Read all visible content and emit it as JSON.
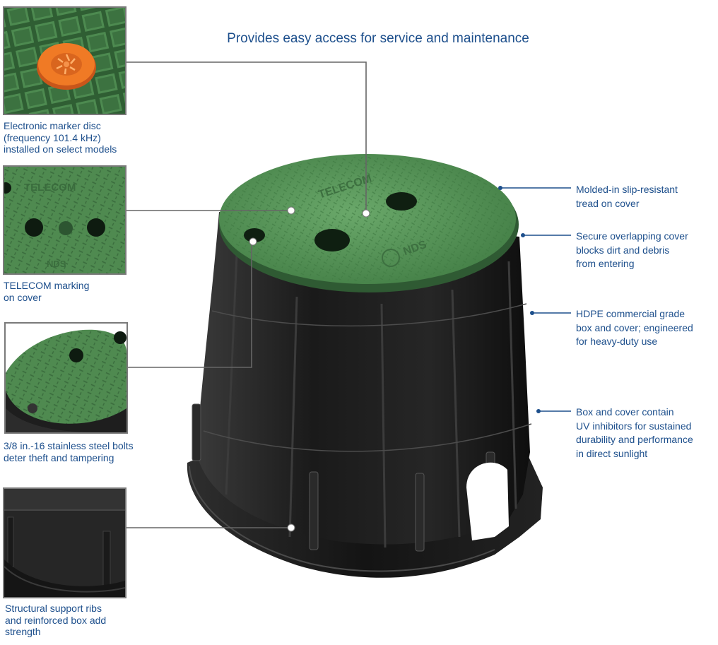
{
  "headline": "Provides easy access for service and maintenance",
  "left_callouts": [
    {
      "id": "marker-disc",
      "text": "Electronic marker disc\n(frequency 101.4 kHz)\ninstalled on select models"
    },
    {
      "id": "telecom-marking",
      "text": "TELECOM marking\non cover"
    },
    {
      "id": "bolts",
      "text": "3/8 in.-16 stainless steel bolts\ndeter theft and tampering"
    },
    {
      "id": "ribs",
      "text": "Structural support ribs\nand reinforced box add\nstrength"
    }
  ],
  "right_callouts": [
    {
      "id": "tread",
      "text": "Molded-in slip-resistant\ntread on cover"
    },
    {
      "id": "overlap",
      "text": "Secure overlapping cover\nblocks dirt and debris\nfrom entering"
    },
    {
      "id": "hdpe",
      "text": "HDPE commercial grade\nbox and cover; engineered\nfor heavy-duty use"
    },
    {
      "id": "uv",
      "text": "Box and cover contain\nUV inhibitors for sustained\ndurability and performance\nin direct sunlight"
    }
  ],
  "cover_marking": "TELECOM",
  "cover_brand": "NDS",
  "thumb_marking": "TELECOM",
  "thumb_brand": "NDS",
  "colors": {
    "callout_text": "#1d4f8c",
    "left_leader": "#666666",
    "right_leader": "#1d4f8c",
    "cover_green": "#5f9e5f",
    "box_black": "#1c1c1c",
    "marker_orange": "#f07a25"
  }
}
